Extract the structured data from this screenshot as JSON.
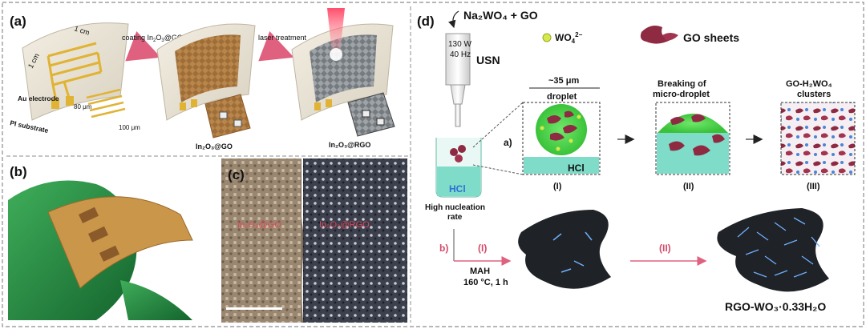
{
  "panel_a": {
    "label": "(a)",
    "dim_1cm_left": "1 cm",
    "dim_1cm_top": "1 cm",
    "au_electrode": "Au electrode",
    "pi_substrate": "PI substrate",
    "step_coating_prefix": "coating In",
    "step_coating_sub": "2",
    "step_coating_mid": "O",
    "step_coating_sub2": "3",
    "step_coating_suffix": "@GO",
    "step_laser": "laser treatment",
    "dim_80um": "80 μm",
    "dim_100um": "100 μm",
    "label_in2o3_go": "In₂O₃@GO",
    "label_in2o3_rgo": "In₂O₃@RGO"
  },
  "panel_b": {
    "label": "(b)"
  },
  "panel_c": {
    "label": "(c)",
    "left_region": "In₂O₃@GO",
    "right_region": "In₂O₃@RGO"
  },
  "panel_d": {
    "label": "(d)",
    "precursor": "Na₂WO₄ + GO",
    "power": "130 W",
    "freq": "40 Hz",
    "usn": "USN",
    "legend_wo4": "WO",
    "legend_wo4_sub": "4",
    "legend_wo4_sup": "2−",
    "legend_go": "GO sheets",
    "droplet_size": "~35 μm",
    "droplet_word": "droplet",
    "breaking_l1": "Breaking of",
    "breaking_l2": "micro-droplet",
    "clusters_l1": "GO-H₂WO₄",
    "clusters_l2": "clusters",
    "route_a": "a)",
    "route_b": "b)",
    "hcl_beaker": "HCl",
    "hcl_box": "HCl",
    "stage_I": "(I)",
    "stage_II": "(II)",
    "stage_III": "(III)",
    "high_nucleation_l1": "High nucleation",
    "high_nucleation_l2": "rate",
    "mah_stage_I": "(I)",
    "mah_stage_II": "(II)",
    "mah": "MAH",
    "mah_cond": "160 °C, 1 h",
    "product": "RGO-WO₃·0.33H₂O"
  }
}
